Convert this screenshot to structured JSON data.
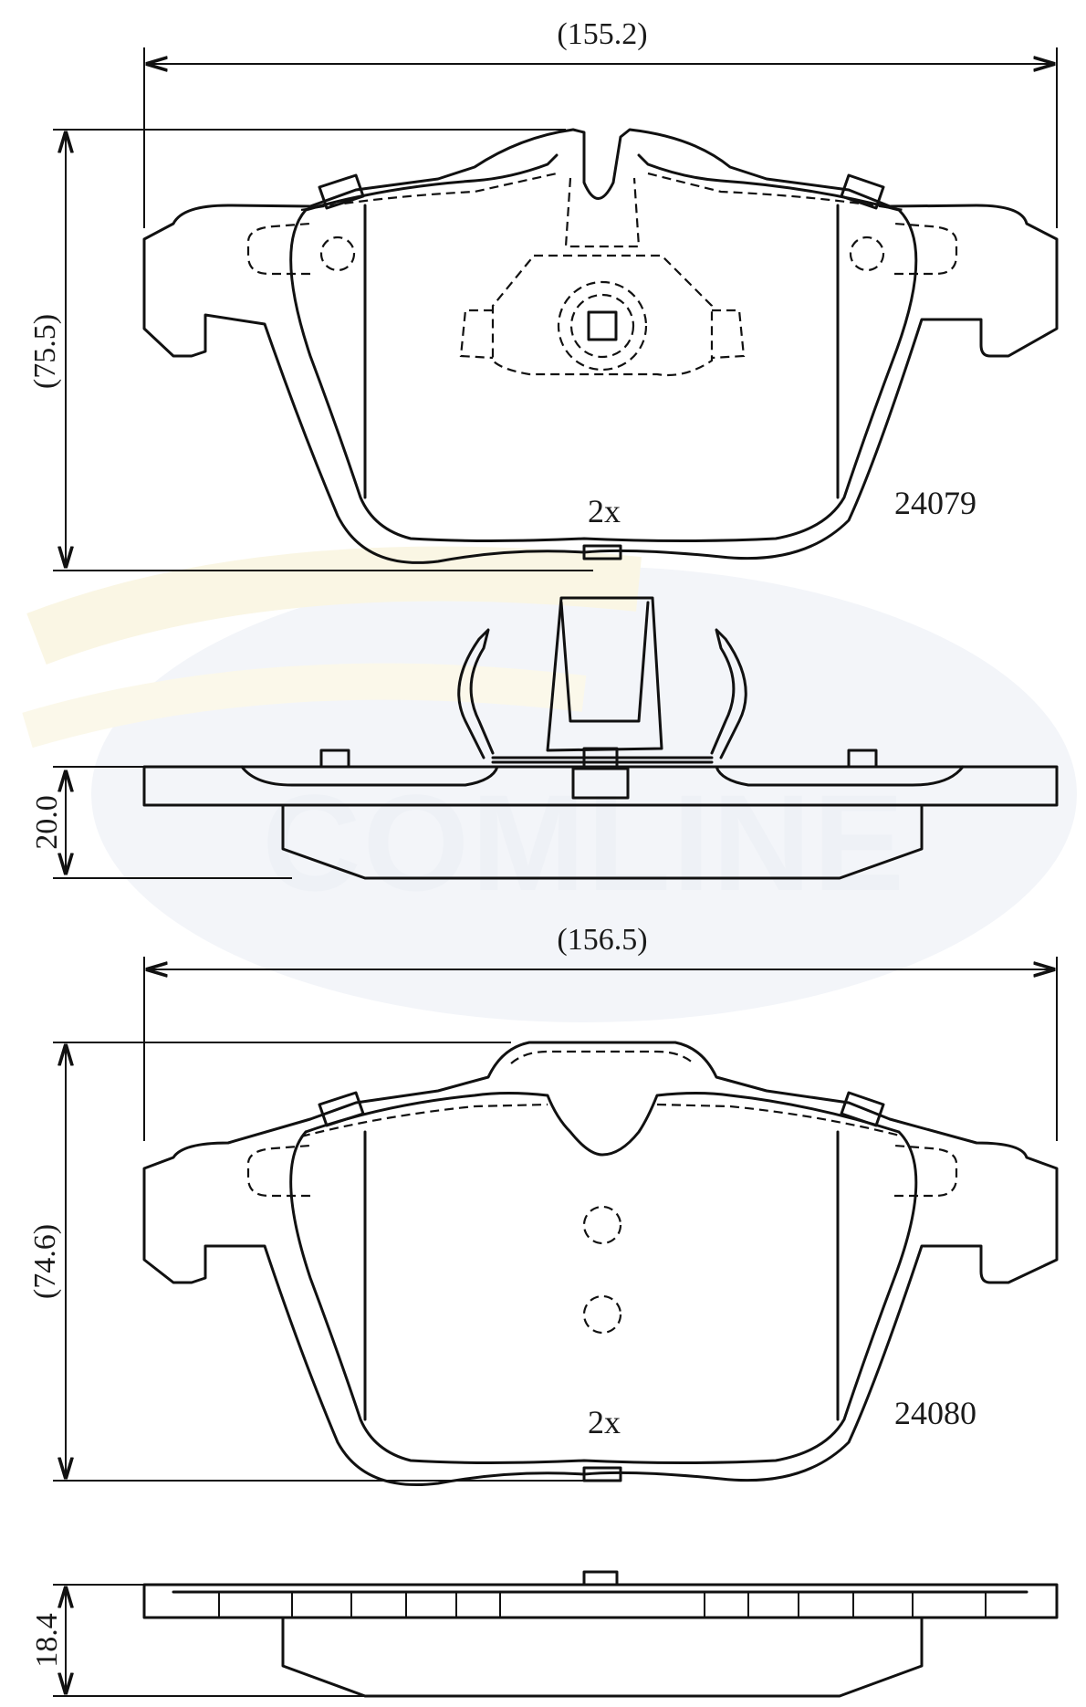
{
  "watermark": {
    "text": "COMLINE"
  },
  "pad_upper": {
    "width_label": "(155.2)",
    "height_label": "(75.5)",
    "thickness_label": "20.0",
    "quantity_label": "2x",
    "part_number": "24079"
  },
  "pad_lower": {
    "width_label": "(156.5)",
    "height_label": "(74.6)",
    "thickness_label": "18.4",
    "quantity_label": "2x",
    "part_number": "24080"
  }
}
